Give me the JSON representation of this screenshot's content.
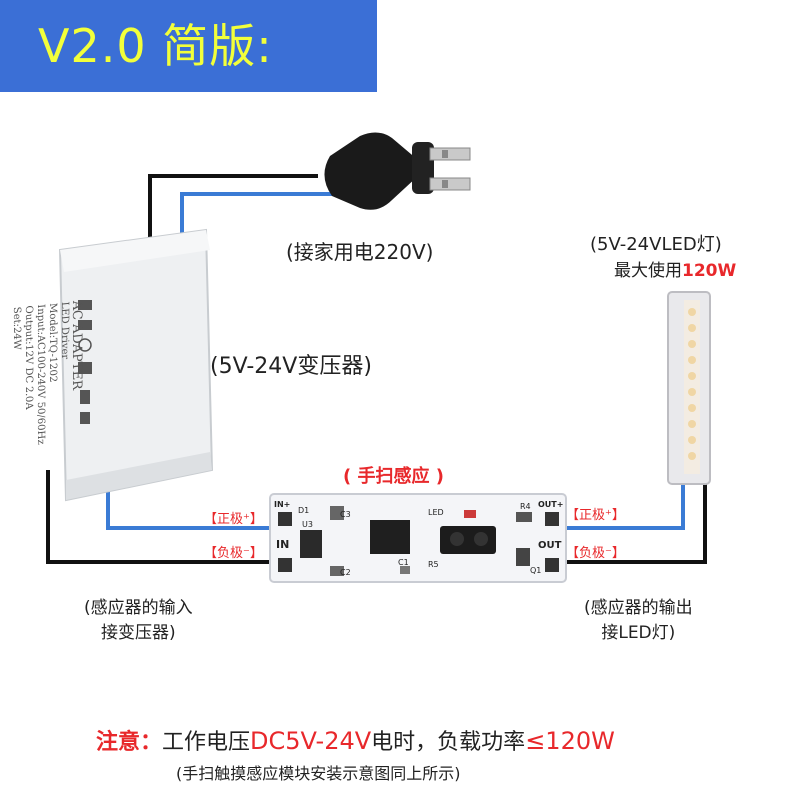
{
  "banner": {
    "title": "V2.0 简版:"
  },
  "plug": {
    "label": "(接家用电220V)"
  },
  "led": {
    "title": "(5V-24VLED灯)",
    "max_prefix": "最大使用",
    "max_value": "120W"
  },
  "transformer": {
    "label": "(5V-24V变压器)",
    "printed": [
      "AC ADAPTER",
      "LED Driver",
      "Model:TQ-1202",
      "Input:AC100-240V 50/60Hz",
      "Output:12V DC 2.0A",
      "Set:24W"
    ]
  },
  "sensor": {
    "label": "( 手扫感应 )",
    "pcb_labels": {
      "in_plus": "IN+",
      "in": "IN",
      "out_plus": "OUT+",
      "out": "OUT",
      "led": "LED",
      "u3": "U3",
      "c3": "C3",
      "c2": "C2",
      "c1": "C1",
      "r5": "R5",
      "r4": "R4",
      "q1": "Q1",
      "d1": "D1"
    }
  },
  "terminals": {
    "pos_left": "【正极⁺】",
    "neg_left": "【负极⁻】",
    "pos_right": "【正极⁺】",
    "neg_right": "【负极⁻】"
  },
  "input_note": {
    "line1": "(感应器的输入",
    "line2": "接变压器)"
  },
  "output_note": {
    "line1": "(感应器的输出",
    "line2": "接LED灯)"
  },
  "notice": {
    "prefix": "注意：",
    "text1": "工作电压",
    "voltage": "DC5V-24V",
    "text2": "电时，负载功率",
    "power": "≤120W",
    "sub": "(手扫触摸感应模块安装示意图同上所示)"
  },
  "colors": {
    "banner_bg": "#3b6fd6",
    "banner_text": "#f2ff3a",
    "accent_red": "#e8282b",
    "wire_blue": "#3a7bd5",
    "wire_black": "#111111"
  }
}
